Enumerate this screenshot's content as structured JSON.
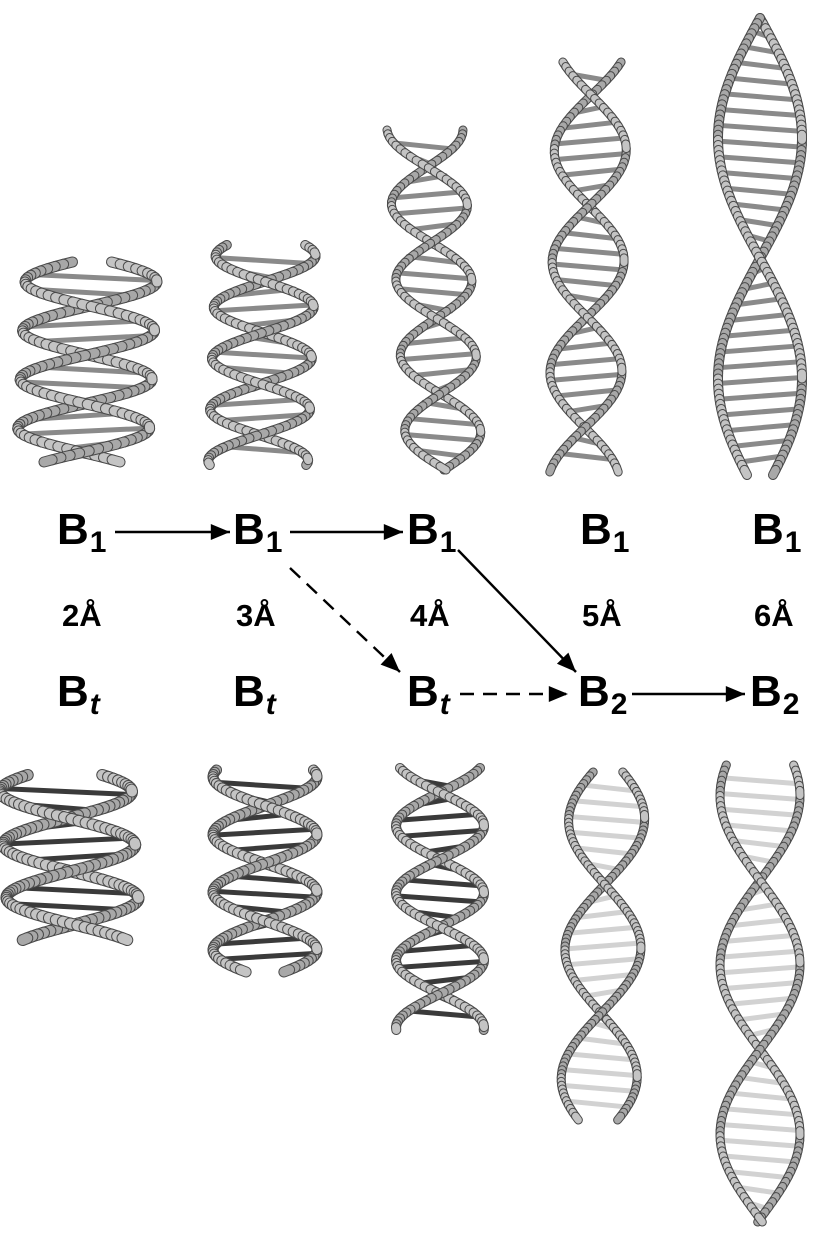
{
  "colors": {
    "ribbon_fill": "#c4c4c4",
    "ribbon_edge": "#4a4a4a",
    "bases_top": "#8a8a8a",
    "bases_bottom_dark": "#3a3a3a",
    "bases_bottom_light": "#d2d2d2",
    "arrow": "#000000"
  },
  "rows": {
    "b1": {
      "letter": "B",
      "sub": "1"
    },
    "bt": {
      "letter": "B",
      "sub": "t"
    },
    "b2": {
      "letter": "B",
      "sub": "2"
    }
  },
  "distances": [
    "2Å",
    "3Å",
    "4Å",
    "5Å",
    "6Å"
  ],
  "transitions": [
    {
      "from": "B1 2Å",
      "to": "B1 3Å",
      "style": "solid"
    },
    {
      "from": "B1 3Å",
      "to": "B1 4Å",
      "style": "solid"
    },
    {
      "from": "B1 4Å",
      "to": "B2 5Å",
      "style": "solid"
    },
    {
      "from": "B1 3Å",
      "to": "Bt 4Å",
      "style": "dashed"
    },
    {
      "from": "Bt 4Å",
      "to": "B2 5Å",
      "style": "dashed"
    },
    {
      "from": "B2 5Å",
      "to": "B2 6Å",
      "style": "solid"
    }
  ],
  "top_structures": [
    "B1 2Å",
    "B1 3Å",
    "B1 4Å",
    "B1 5Å",
    "B1 6Å"
  ],
  "bottom_structures": [
    "Bt 2Å",
    "Bt 3Å",
    "Bt 4Å",
    "B2 5Å",
    "B2 6Å"
  ]
}
